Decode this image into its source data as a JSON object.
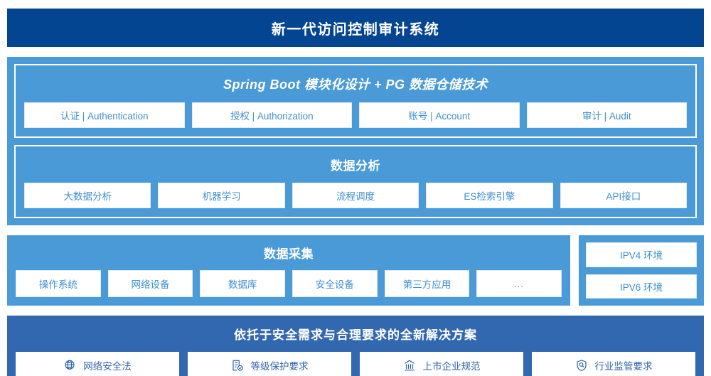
{
  "header": {
    "title": "新一代访问控制审计系统"
  },
  "platform": {
    "module": {
      "title": "Spring Boot 模块化设计 + PG 数据仓储技术",
      "cards": [
        {
          "label": "认证 | Authentication"
        },
        {
          "label": "授权 | Authorization"
        },
        {
          "label": "账号 | Account"
        },
        {
          "label": "审计 | Audit"
        }
      ]
    },
    "analysis": {
      "title": "数据分析",
      "cards": [
        {
          "label": "大数据分析"
        },
        {
          "label": "机器学习"
        },
        {
          "label": "流程调度"
        },
        {
          "label": "ES检索引擎"
        },
        {
          "label": "API接口"
        }
      ]
    }
  },
  "collection": {
    "title": "数据采集",
    "cards": [
      {
        "label": "操作系统"
      },
      {
        "label": "网络设备"
      },
      {
        "label": "数据库"
      },
      {
        "label": "安全设备"
      },
      {
        "label": "第三方应用"
      },
      {
        "label": "…"
      }
    ],
    "environments": [
      {
        "label": "IPV4 环境"
      },
      {
        "label": "IPV6 环境"
      }
    ]
  },
  "solution": {
    "title": "依托于安全需求与合理要求的全新解决方案",
    "cards": [
      {
        "label": "网络安全法",
        "icon": "globe-icon"
      },
      {
        "label": "等级保护要求",
        "icon": "document-check-icon"
      },
      {
        "label": "上市企业规范",
        "icon": "bank-icon"
      },
      {
        "label": "行业监管要求",
        "icon": "shield-search-icon"
      }
    ]
  },
  "colors": {
    "header_blue": "#044591",
    "band_blue": "#4a9ad7",
    "solution_blue": "#3268b0",
    "card_text": "#3f8fd0",
    "solution_card_text": "#2f64ac"
  }
}
